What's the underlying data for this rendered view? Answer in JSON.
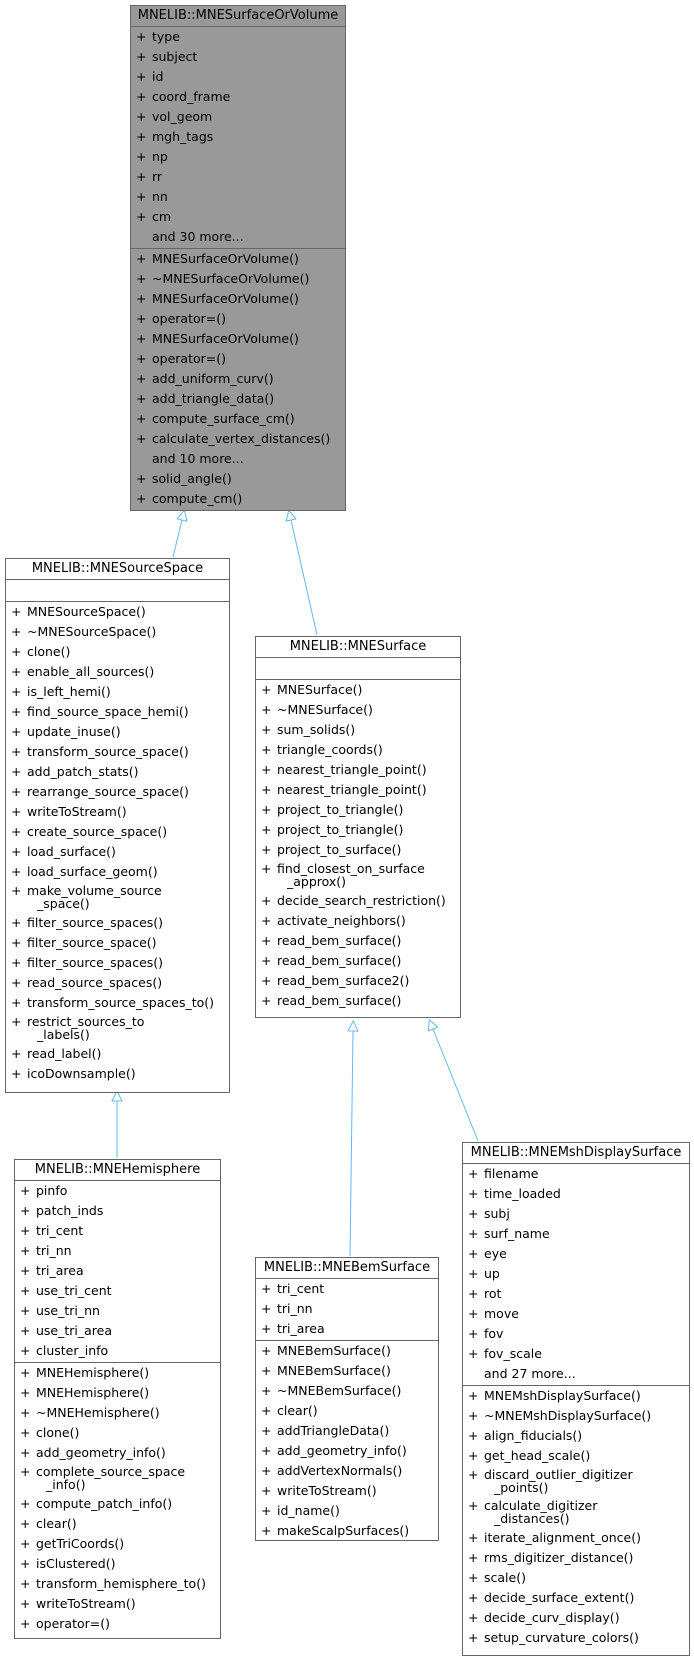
{
  "classes": {
    "surface_or_volume": {
      "name": "MNELIB::MNESurfaceOrVolume",
      "attributes": [
        "type",
        "subject",
        "id",
        "coord_frame",
        "vol_geom",
        "mgh_tags",
        "np",
        "rr",
        "nn",
        "cm"
      ],
      "attributes_more": "and 30 more...",
      "methods_a": [
        "MNESurfaceOrVolume()",
        "~MNESurfaceOrVolume()",
        "MNESurfaceOrVolume()",
        "operator=()",
        "MNESurfaceOrVolume()",
        "operator=()",
        "add_uniform_curv()",
        "add_triangle_data()",
        "compute_surface_cm()",
        "calculate_vertex_distances()"
      ],
      "methods_more": "and 10 more...",
      "methods_b": [
        "solid_angle()",
        "compute_cm()"
      ]
    },
    "source_space": {
      "name": "MNELIB::MNESourceSpace",
      "methods": [
        "MNESourceSpace()",
        "~MNESourceSpace()",
        "clone()",
        "enable_all_sources()",
        "is_left_hemi()",
        "find_source_space_hemi()",
        "update_inuse()",
        "transform_source_space()",
        "add_patch_stats()",
        "rearrange_source_space()",
        "writeToStream()",
        "create_source_space()",
        "load_surface()",
        "load_surface_geom()",
        "make_volume_source",
        "_space()",
        "filter_source_spaces()",
        "filter_source_space()",
        "filter_source_spaces()",
        "read_source_spaces()",
        "transform_source_spaces_to()",
        "restrict_sources_to",
        "_labels()",
        "read_label()",
        "icoDownsample()"
      ]
    },
    "surface": {
      "name": "MNELIB::MNESurface",
      "methods": [
        "MNESurface()",
        "~MNESurface()",
        "sum_solids()",
        "triangle_coords()",
        "nearest_triangle_point()",
        "nearest_triangle_point()",
        "project_to_triangle()",
        "project_to_triangle()",
        "project_to_surface()",
        "find_closest_on_surface",
        "_approx()",
        "decide_search_restriction()",
        "activate_neighbors()",
        "read_bem_surface()",
        "read_bem_surface()",
        "read_bem_surface2()",
        "read_bem_surface()"
      ]
    },
    "hemisphere": {
      "name": "MNELIB::MNEHemisphere",
      "attributes": [
        "pinfo",
        "patch_inds",
        "tri_cent",
        "tri_nn",
        "tri_area",
        "use_tri_cent",
        "use_tri_nn",
        "use_tri_area",
        "cluster_info"
      ],
      "methods": [
        "MNEHemisphere()",
        "MNEHemisphere()",
        "~MNEHemisphere()",
        "clone()",
        "add_geometry_info()",
        "complete_source_space",
        "_info()",
        "compute_patch_info()",
        "clear()",
        "getTriCoords()",
        "isClustered()",
        "transform_hemisphere_to()",
        "writeToStream()",
        "operator=()"
      ]
    },
    "bem_surface": {
      "name": "MNELIB::MNEBemSurface",
      "attributes": [
        "tri_cent",
        "tri_nn",
        "tri_area"
      ],
      "methods": [
        "MNEBemSurface()",
        "MNEBemSurface()",
        "~MNEBemSurface()",
        "clear()",
        "addTriangleData()",
        "add_geometry_info()",
        "addVertexNormals()",
        "writeToStream()",
        "id_name()",
        "makeScalpSurfaces()"
      ]
    },
    "msh_display_surface": {
      "name": "MNELIB::MNEMshDisplaySurface",
      "attributes": [
        "filename",
        "time_loaded",
        "subj",
        "surf_name",
        "eye",
        "up",
        "rot",
        "move",
        "fov",
        "fov_scale"
      ],
      "attributes_more": "and 27 more...",
      "methods": [
        "MNEMshDisplaySurface()",
        "~MNEMshDisplaySurface()",
        "align_fiducials()",
        "get_head_scale()",
        "discard_outlier_digitizer",
        "_points()",
        "calculate_digitizer",
        "_distances()",
        "iterate_alignment_once()",
        "rms_digitizer_distance()",
        "scale()",
        "decide_surface_extent()",
        "decide_curv_display()",
        "setup_curvature_colors()"
      ]
    }
  },
  "visibility_symbol": "+",
  "colors": {
    "highlight": "#999999",
    "edge": "#63b8ff",
    "border": "#666666"
  }
}
